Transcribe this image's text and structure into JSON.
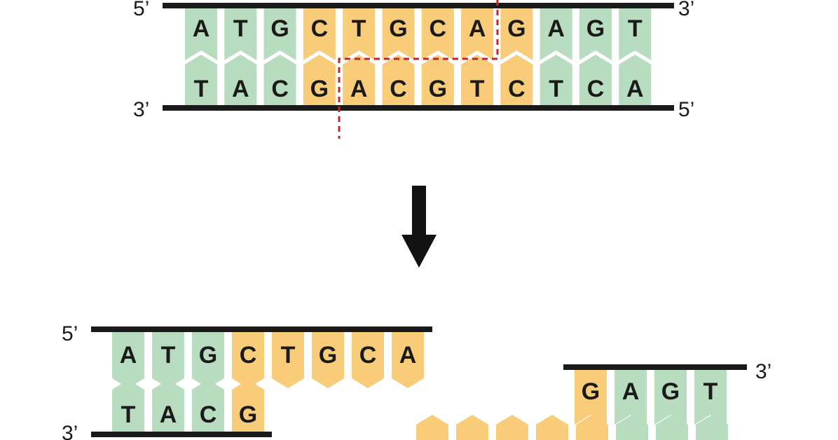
{
  "colors": {
    "purine_orange": "#f8cc78",
    "pyrimidine_green": "#b7dcc0",
    "backbone": "#1a1a1a",
    "cut_line": "#c2252b",
    "arrow": "#111111",
    "text": "#1a1a1a"
  },
  "top_duplex": {
    "top_strand": {
      "left_end": "5’",
      "right_end": "3’",
      "bases": [
        "A",
        "T",
        "G",
        "C",
        "T",
        "G",
        "C",
        "A",
        "G",
        "A",
        "G",
        "T"
      ]
    },
    "bottom_strand": {
      "left_end": "3’",
      "right_end": "5’",
      "bases": [
        "T",
        "A",
        "C",
        "G",
        "A",
        "C",
        "G",
        "T",
        "C",
        "T",
        "C",
        "A"
      ]
    },
    "base_colors_top": [
      "green",
      "green",
      "green",
      "orange",
      "orange",
      "orange",
      "orange",
      "orange",
      "orange",
      "green",
      "green",
      "green"
    ],
    "base_colors_bottom": [
      "green",
      "green",
      "green",
      "orange",
      "orange",
      "orange",
      "orange",
      "orange",
      "orange",
      "green",
      "green",
      "green"
    ]
  },
  "arrow_icon": "down-arrow-icon",
  "left_fragment": {
    "top_left_end": "5’",
    "bottom_left_end": "3’",
    "top_bases": [
      "A",
      "T",
      "G",
      "C",
      "T",
      "G",
      "C",
      "A"
    ],
    "top_colors": [
      "green",
      "green",
      "green",
      "orange",
      "orange",
      "orange",
      "orange",
      "orange"
    ],
    "bottom_bases": [
      "T",
      "A",
      "C",
      "G"
    ],
    "bottom_colors": [
      "green",
      "green",
      "green",
      "orange"
    ]
  },
  "right_fragment": {
    "top_right_end": "3’",
    "top_bases": [
      "G",
      "A",
      "G",
      "T"
    ],
    "top_colors": [
      "orange",
      "green",
      "green",
      "green"
    ],
    "bottom_colors": [
      "orange",
      "orange",
      "orange",
      "orange",
      "orange",
      "green",
      "green",
      "green"
    ]
  }
}
